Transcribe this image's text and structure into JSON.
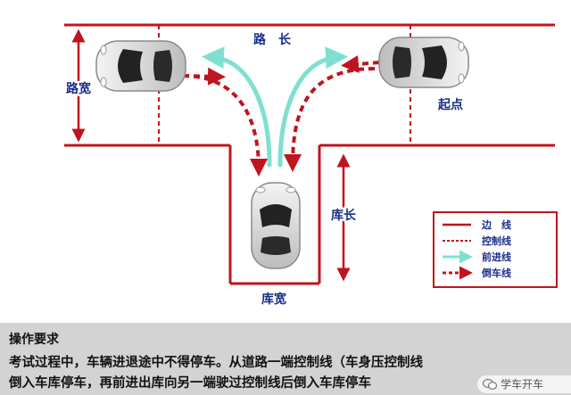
{
  "labels": {
    "road_length": "路　长",
    "road_width": "路宽",
    "start_point": "起点",
    "garage_length": "库长",
    "garage_width": "库宽"
  },
  "legend": {
    "items": [
      {
        "label": "边　线",
        "style": "solid",
        "color": "#c0141e"
      },
      {
        "label": "控制线",
        "style": "dashed",
        "color": "#c0141e"
      },
      {
        "label": "前进线",
        "style": "arrow",
        "color": "#7fe0d0"
      },
      {
        "label": "倒车线",
        "style": "dashed-arrow",
        "color": "#c0141e"
      }
    ]
  },
  "requirements": {
    "title": "操作要求",
    "line1": "考试过程中，车辆进退途中不得停车。从道路一端控制线（车身压控制线",
    "line2": "倒入车库停车，再前进出库向另一端驶过控制线后倒入车库停车"
  },
  "watermark": {
    "text": "学车开车"
  },
  "colors": {
    "boundary": "#c0141e",
    "forward": "#7fe0d0",
    "reverse": "#c0141e",
    "label": "#1a2e8a",
    "panel": "#d3d3d3"
  }
}
